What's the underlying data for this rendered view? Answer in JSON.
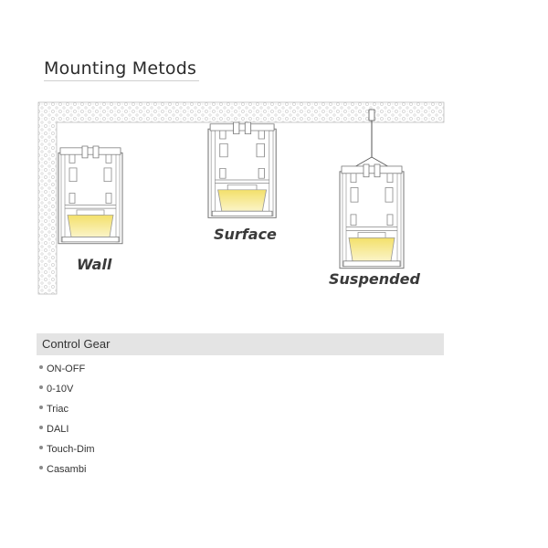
{
  "heading": "Mounting Metods",
  "mounting": {
    "wall_label": "Wall",
    "surface_label": "Surface",
    "suspended_label": "Suspended"
  },
  "control_gear": {
    "title": "Control Gear",
    "items": [
      "ON-OFF",
      "0-10V",
      "Triac",
      "DALI",
      "Touch-Dim",
      "Casambi"
    ]
  },
  "colors": {
    "light": "#f7e98a",
    "bar": "#e4e4e4"
  }
}
